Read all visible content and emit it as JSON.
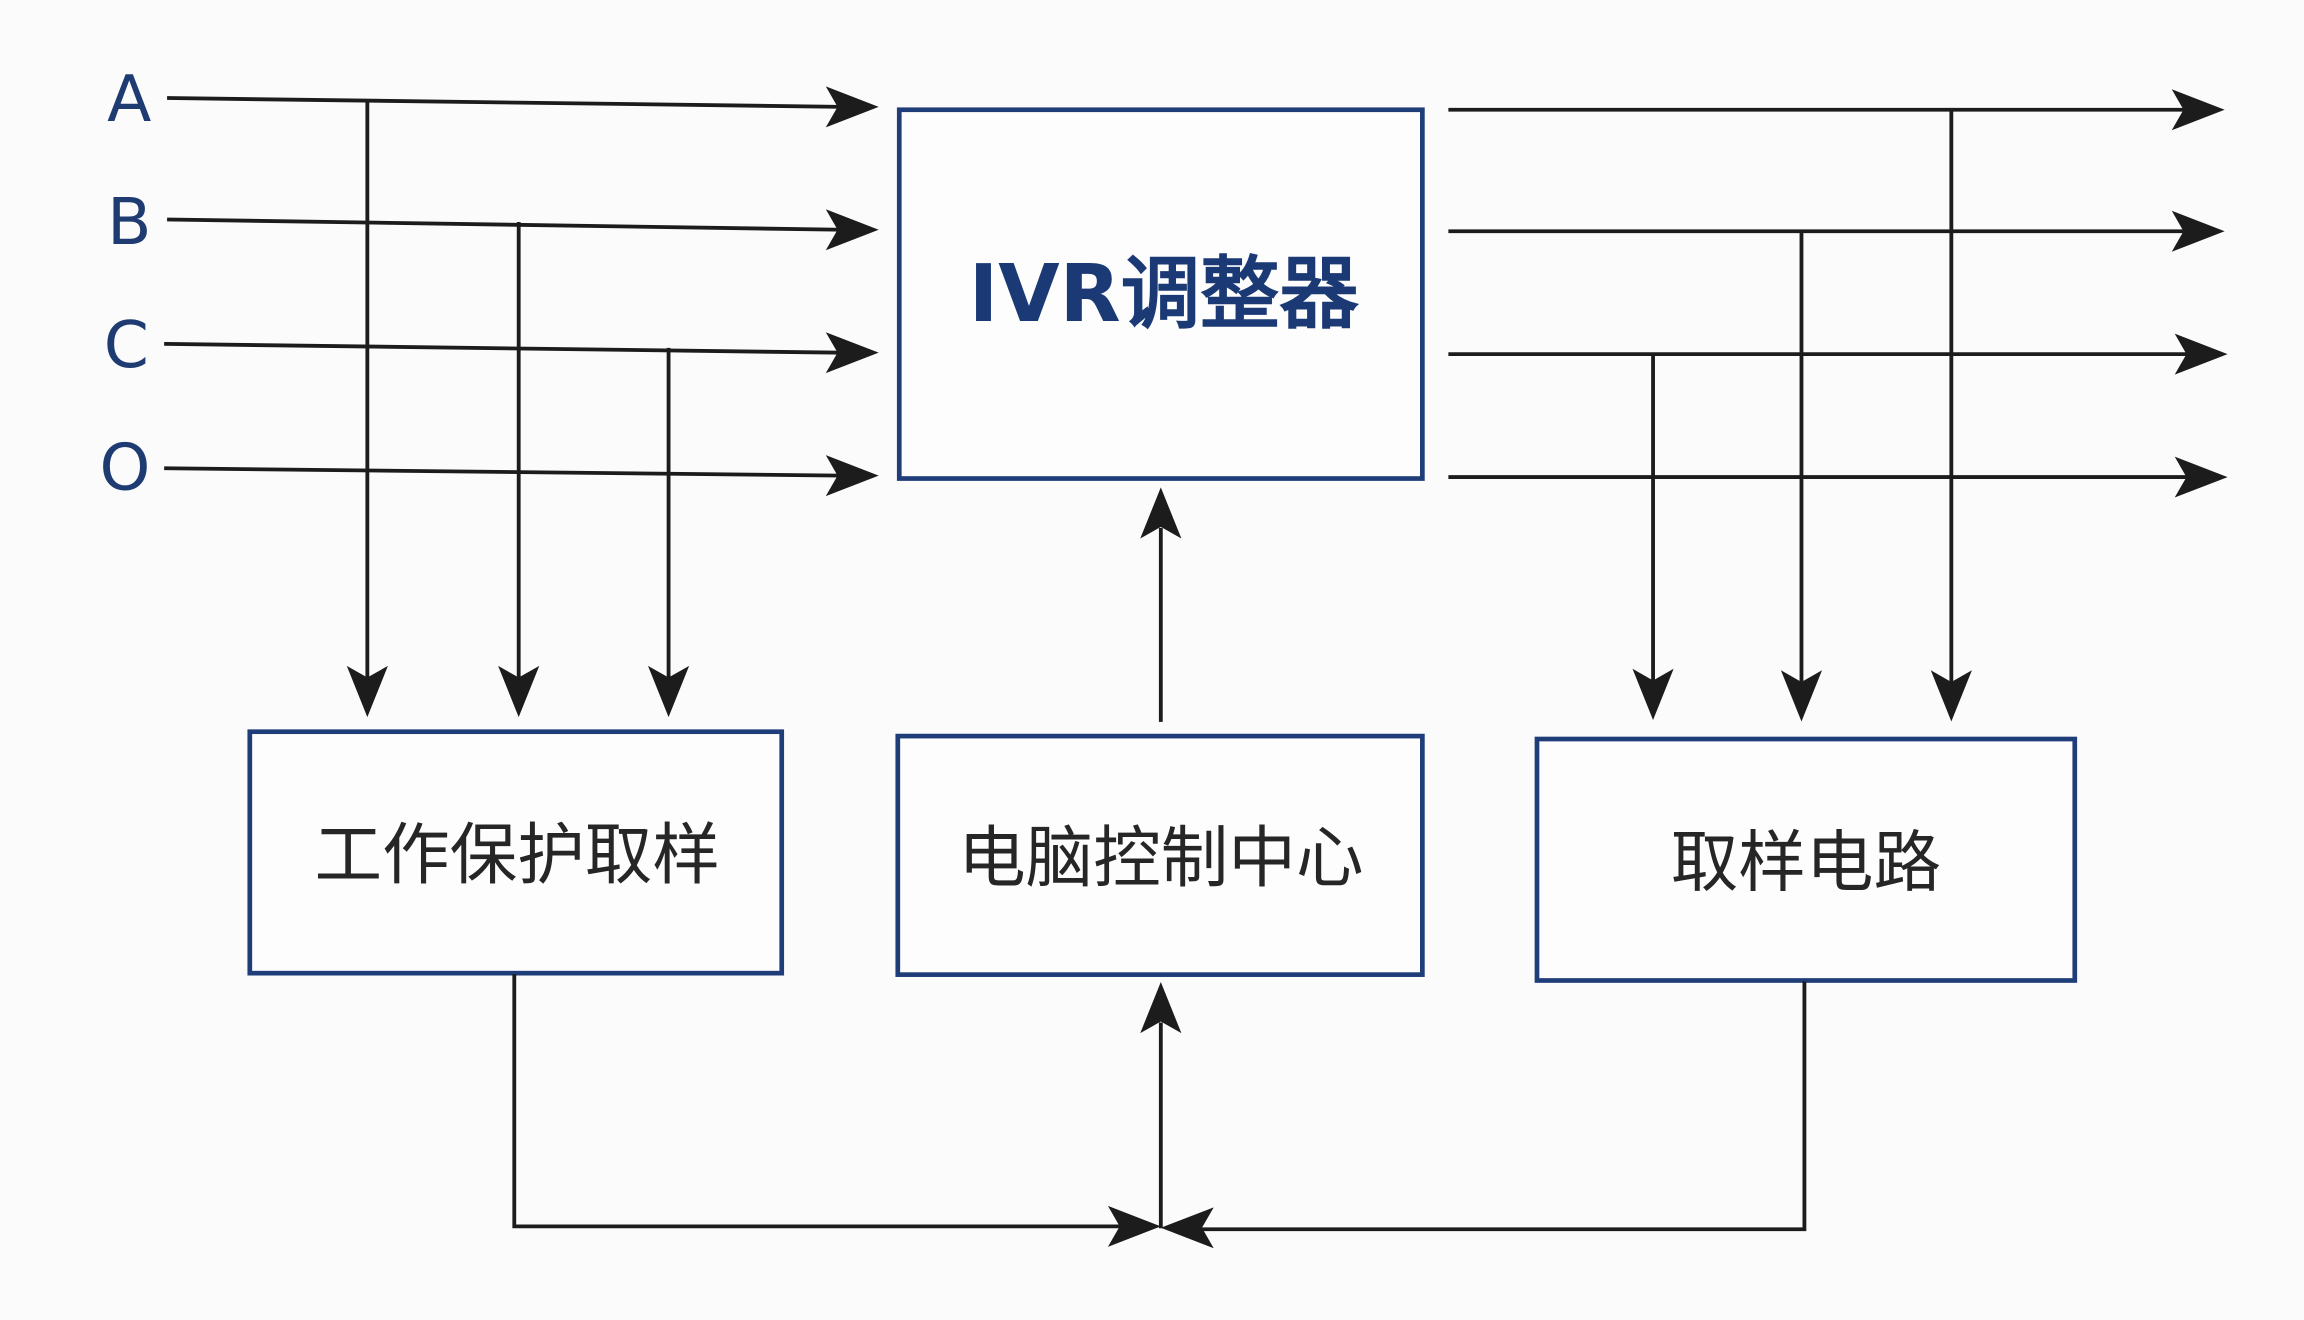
{
  "diagram": {
    "inputs": [
      "A",
      "B",
      "C",
      "O"
    ],
    "regulator": "IVR调整器",
    "protection_sampling": "工作保护取样",
    "control_center": "电脑控制中心",
    "sampling_circuit": "取样电路"
  },
  "colors": {
    "line": "#1c1c1c",
    "box_border": "#1f3d78",
    "phase_label": "#1e3c72",
    "regulator_text": "#1b3a75",
    "block_text": "#262626",
    "background": "#fbfbfb"
  }
}
